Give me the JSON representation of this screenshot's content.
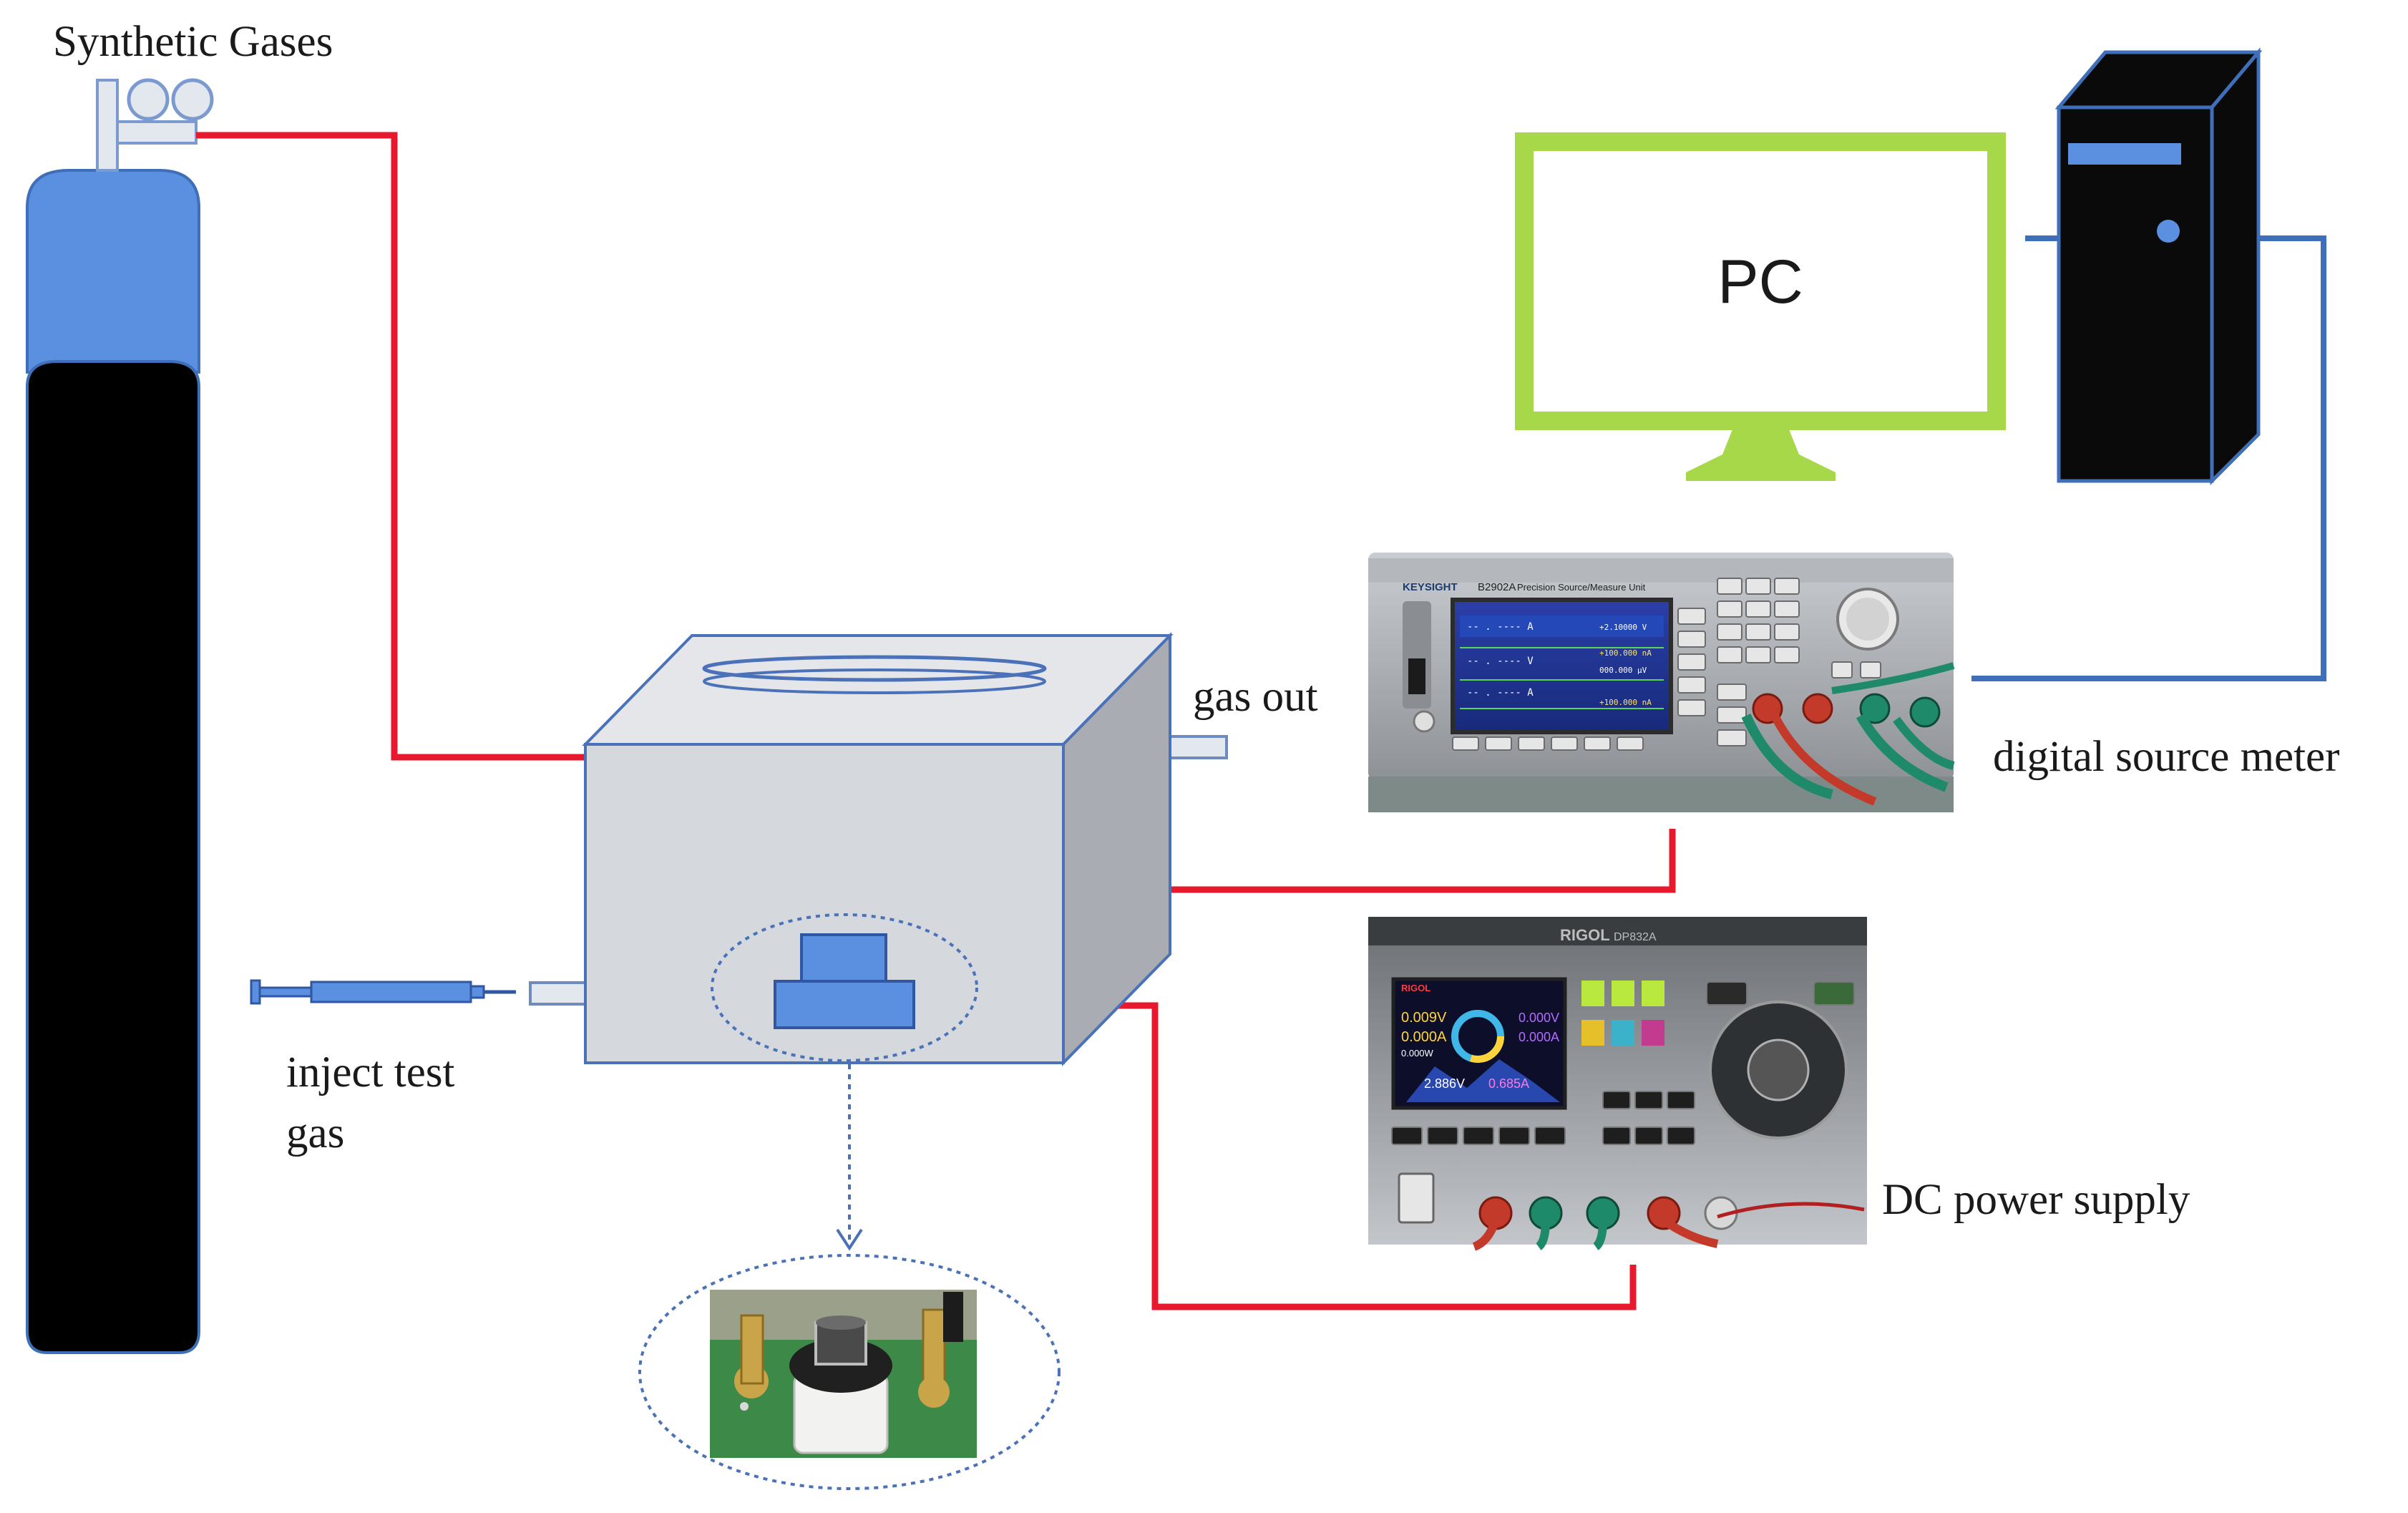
{
  "labels": {
    "synthetic_gases": "Synthetic Gases",
    "pc": "PC",
    "gas_out": "gas out",
    "digital_source_meter": "digital source meter",
    "inject_test_gas_line1": "inject test",
    "inject_test_gas_line2": "gas",
    "dc_power_supply": "DC power supply"
  },
  "smu_screen": {
    "brand": "KEYSIGHT",
    "model": "B2902A",
    "description": "Precision Source/Measure Unit",
    "readings": [
      "+2.10000 V",
      "+100.000 nA",
      "000.000 μV",
      "+100.000 nA"
    ]
  },
  "psu_screen": {
    "brand": "RIGOL",
    "model": "DP832A",
    "readings": [
      "0.009V",
      "0.000A",
      "0.000W",
      "2.886V",
      "0.685A",
      "0.000V",
      "0.000A"
    ]
  },
  "colors": {
    "gas_line": "#e8192c",
    "signal_line": "#3f6fb8",
    "cylinder_cap": "#5b8fdf",
    "cylinder_body": "#000000",
    "chamber": "#d5d8dd",
    "monitor_frame": "#a6d84a",
    "sensor": "#5b8fdf"
  },
  "icons": [
    "gas-cylinder-icon",
    "regulator-icon",
    "monitor-icon",
    "tower-pc-icon",
    "syringe-icon",
    "test-chamber-icon",
    "sensor-icon"
  ]
}
